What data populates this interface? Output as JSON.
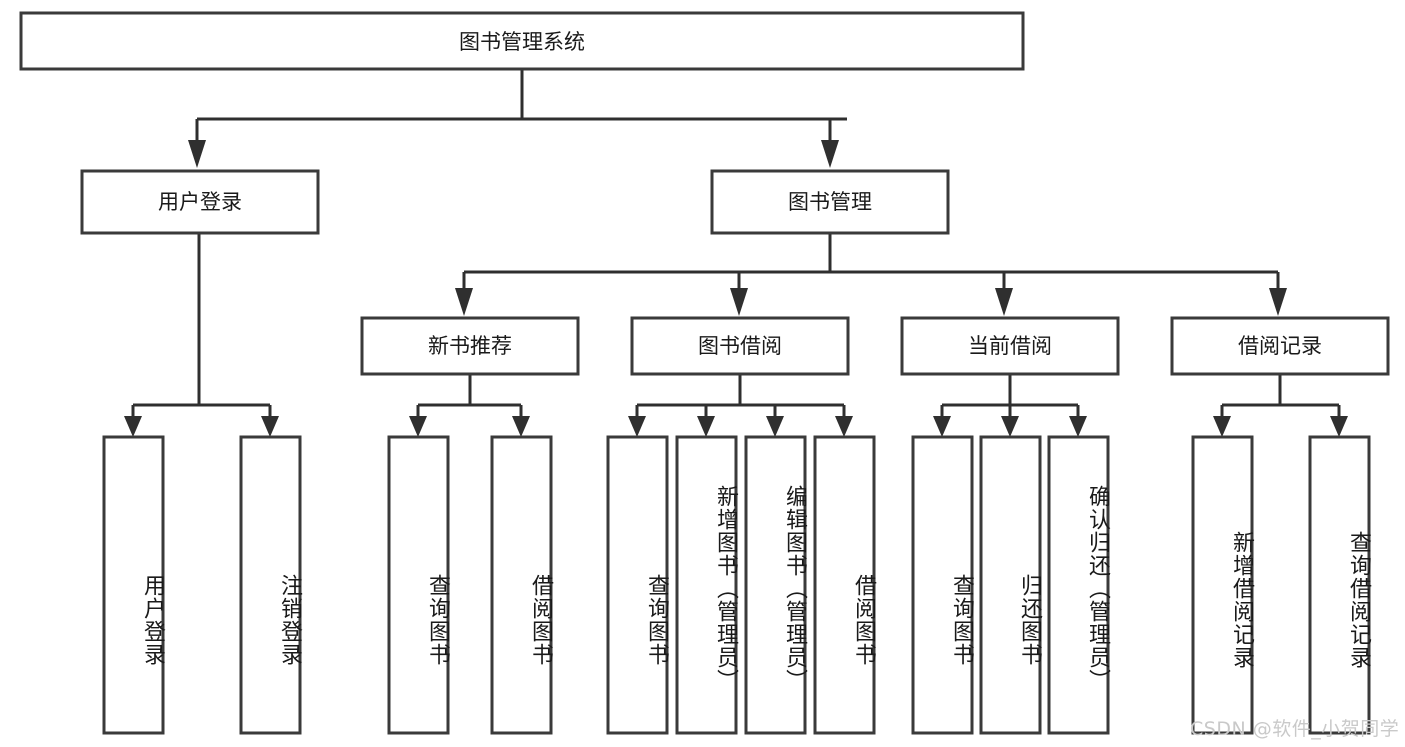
{
  "diagram": {
    "title_node": {
      "label": "图书管理系统"
    },
    "level2": [
      {
        "id": "user-login",
        "label": "用户登录"
      },
      {
        "id": "book-manage",
        "label": "图书管理"
      }
    ],
    "level3": [
      {
        "id": "new-book-rec",
        "label": "新书推荐"
      },
      {
        "id": "book-borrow",
        "label": "图书借阅"
      },
      {
        "id": "current-borrow",
        "label": "当前借阅"
      },
      {
        "id": "borrow-record",
        "label": "借阅记录"
      }
    ],
    "leaves": {
      "user_login": [
        {
          "id": "leaf-user-login",
          "label": "用户登录"
        },
        {
          "id": "leaf-logout-login",
          "label": "注销登录"
        }
      ],
      "new_book_rec": [
        {
          "id": "leaf-query-book-1",
          "label": "查询图书"
        },
        {
          "id": "leaf-borrow-book-1",
          "label": "借阅图书"
        }
      ],
      "book_borrow": [
        {
          "id": "leaf-query-book-2",
          "label": "查询图书"
        },
        {
          "id": "leaf-add-book",
          "label": "新增图书（管理员）"
        },
        {
          "id": "leaf-edit-book",
          "label": "编辑图书（管理员）"
        },
        {
          "id": "leaf-borrow-book-2",
          "label": "借阅图书"
        }
      ],
      "current_borrow": [
        {
          "id": "leaf-query-book-3",
          "label": "查询图书"
        },
        {
          "id": "leaf-return-book",
          "label": "归还图书"
        },
        {
          "id": "leaf-confirm-return",
          "label": "确认归还（管理员）"
        }
      ],
      "borrow_record": [
        {
          "id": "leaf-add-record",
          "label": "新增借阅记录"
        },
        {
          "id": "leaf-query-record",
          "label": "查询借阅记录"
        }
      ]
    },
    "watermark": "CSDN @软件_小贺同学",
    "colors": {
      "box_stroke": "#3a3a3a",
      "connector": "#2f2f2f",
      "text": "#1a1a1a",
      "background": "#ffffff",
      "watermark": "#c9c9c9"
    }
  }
}
